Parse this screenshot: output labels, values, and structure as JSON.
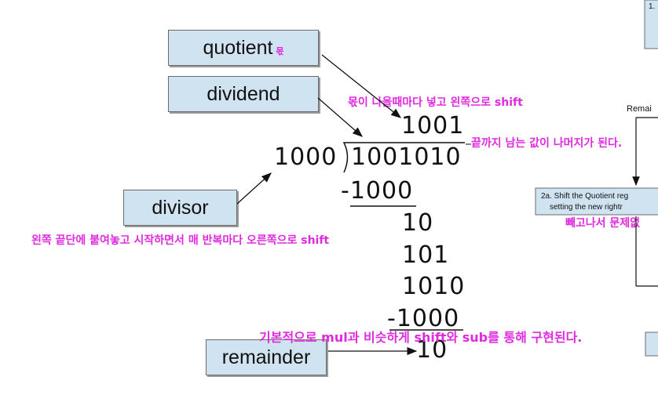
{
  "labels": {
    "quotient": "quotient",
    "quotient_ko": "몫",
    "dividend": "dividend",
    "divisor": "divisor",
    "remainder": "remainder"
  },
  "division": {
    "quotient": "1001",
    "divisor": "1000",
    "dividend": "1001010",
    "rows": [
      "-1000",
      "10",
      "101",
      "1010",
      "-1000",
      "10"
    ]
  },
  "notes": {
    "quotient_note": "몫이 나올때마다 넣고 왼쪽으로 shift",
    "remainder_note": "끝까지 남는 값이 나머지가 된다.",
    "divisor_note": "왼쪽 끝단에 붙여놓고 시작하면서 매 반복마다 오른쪽으로 shift",
    "impl_note": "기본적으로 mul과 비슷하게 shift와 sub를 통해 구현된다.",
    "subtract_note": "빼고나서 문제없"
  },
  "right_panel": {
    "step1": "1.",
    "remain_label": "Remai",
    "step2a_line1": "2a.  Shift the Quotient reg",
    "step2a_line2": "setting the new rightr"
  },
  "colors": {
    "box_fill": "#cfe3f0",
    "annotation": "#e02adf"
  }
}
